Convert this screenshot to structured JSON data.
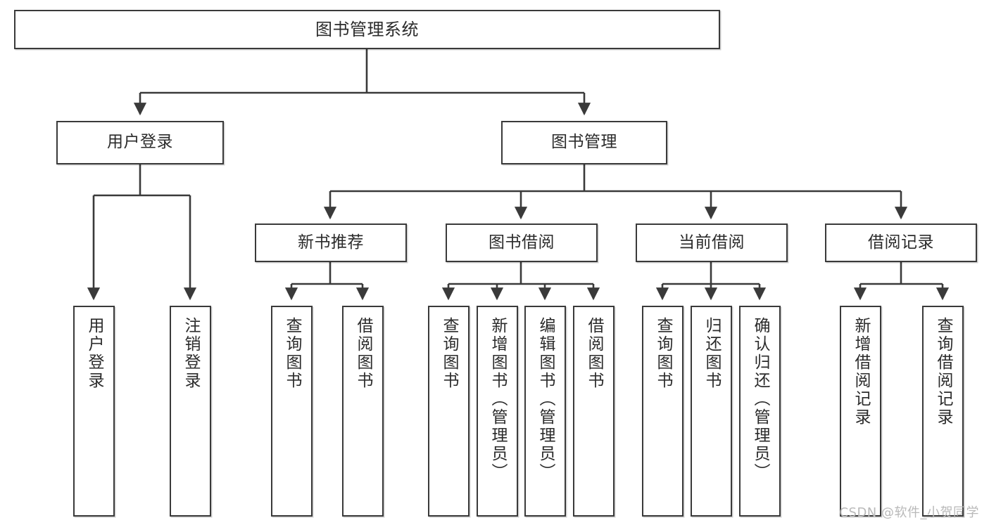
{
  "diagram": {
    "title": "图书管理系统",
    "type": "hierarchy-tree",
    "watermark": "CSDN @软件_小贺同学",
    "colors": {
      "border": "#3a3a3a",
      "background": "#ffffff",
      "text": "#2b2b2b",
      "edge": "#3a3a3a",
      "watermark": "#b9b9b9"
    }
  },
  "nodes": {
    "root": {
      "label": "图书管理系统"
    },
    "level1": [
      {
        "id": "user-login",
        "label": "用户登录"
      },
      {
        "id": "book-manage",
        "label": "图书管理"
      }
    ],
    "level2": [
      {
        "id": "new-book-recommend",
        "label": "新书推荐"
      },
      {
        "id": "book-borrow",
        "label": "图书借阅"
      },
      {
        "id": "current-borrow",
        "label": "当前借阅"
      },
      {
        "id": "borrow-record",
        "label": "借阅记录"
      }
    ],
    "leaves": {
      "user_login": [
        {
          "id": "leaf-user-login",
          "label": "用户登录"
        },
        {
          "id": "leaf-logout-login",
          "label": "注销登录"
        }
      ],
      "new_book_recommend": [
        {
          "id": "leaf-query-book-1",
          "label": "查询图书"
        },
        {
          "id": "leaf-borrow-book-1",
          "label": "借阅图书"
        }
      ],
      "book_borrow": [
        {
          "id": "leaf-query-book-2",
          "label": "查询图书"
        },
        {
          "id": "leaf-add-book",
          "label": "新增图书（管理员）"
        },
        {
          "id": "leaf-edit-book",
          "label": "编辑图书（管理员）"
        },
        {
          "id": "leaf-borrow-book-2",
          "label": "借阅图书"
        }
      ],
      "current_borrow": [
        {
          "id": "leaf-query-book-3",
          "label": "查询图书"
        },
        {
          "id": "leaf-return-book",
          "label": "归还图书"
        },
        {
          "id": "leaf-confirm-return",
          "label": "确认归还（管理员）"
        }
      ],
      "borrow_record": [
        {
          "id": "leaf-add-record",
          "label": "新增借阅记录"
        },
        {
          "id": "leaf-query-record",
          "label": "查询借阅记录"
        }
      ]
    }
  }
}
